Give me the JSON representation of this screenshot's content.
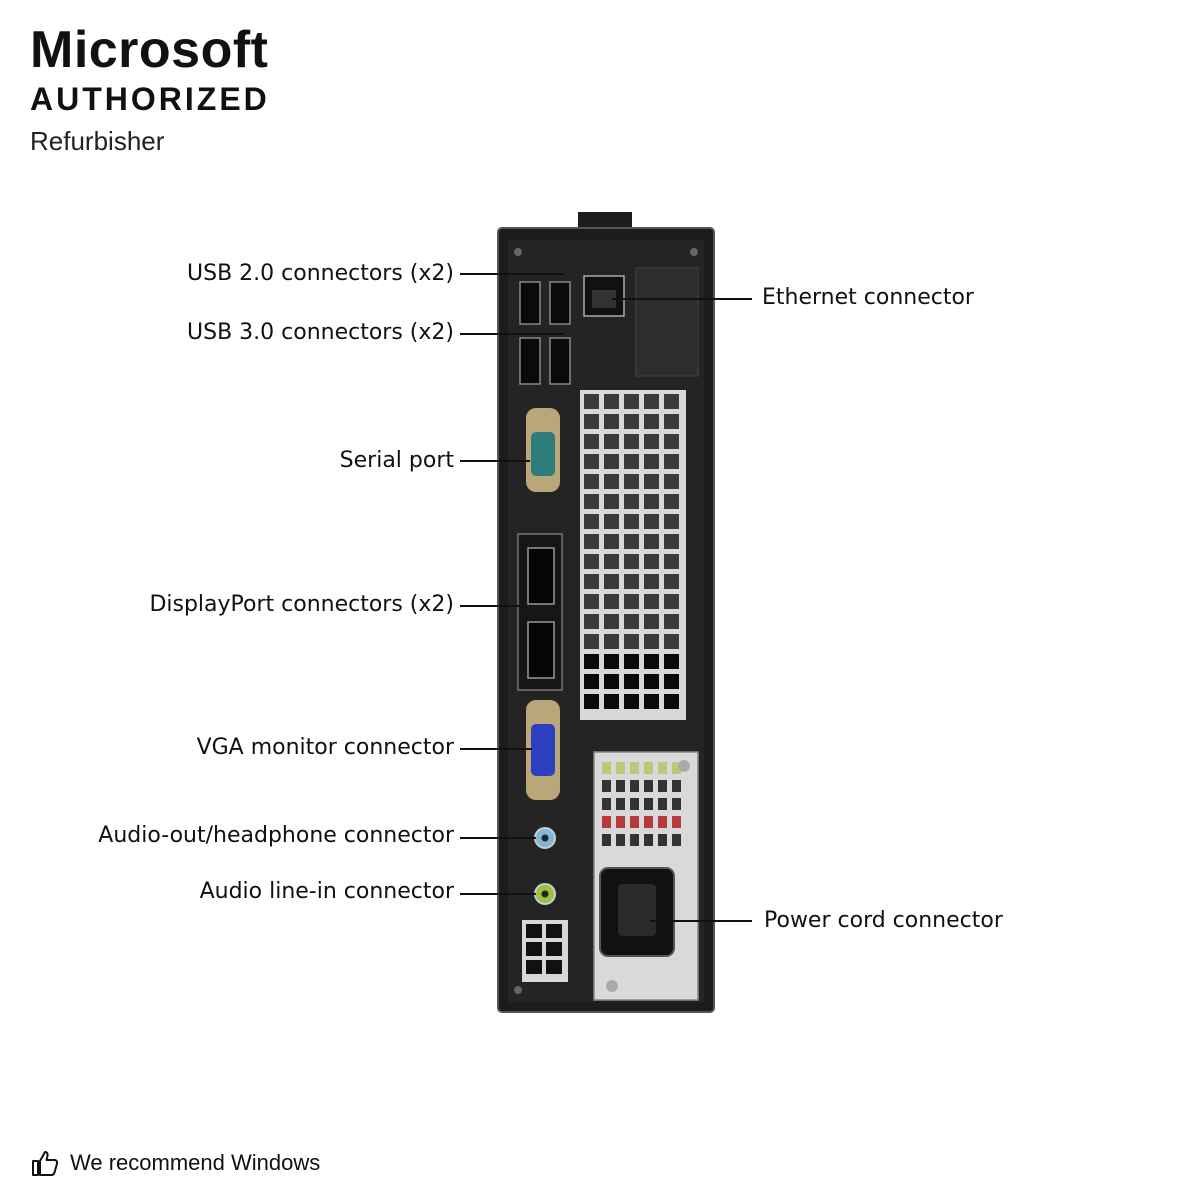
{
  "brand": {
    "top": "Microsoft",
    "middle": "AUTHORIZED",
    "sub": "Refurbisher"
  },
  "callouts": {
    "usb2": "USB 2.0 connectors (x2)",
    "usb3": "USB 3.0 connectors (x2)",
    "serial": "Serial port",
    "displayport": "DisplayPort connectors (x2)",
    "vga": "VGA monitor connector",
    "audio_out": "Audio-out/headphone connector",
    "audio_in": "Audio line-in connector",
    "ethernet": "Ethernet connector",
    "power": "Power cord connector"
  },
  "footer": {
    "text": "We recommend Windows",
    "icon": "thumbs-up-icon"
  },
  "colors": {
    "chassis": "#1c1c1c",
    "serial_port": "#2f7d7a",
    "vga_port": "#2c3fbf",
    "audio_out_jack": "#7fb6d9",
    "audio_in_jack": "#9ac23c",
    "psu_plate": "#d9d9d9"
  }
}
